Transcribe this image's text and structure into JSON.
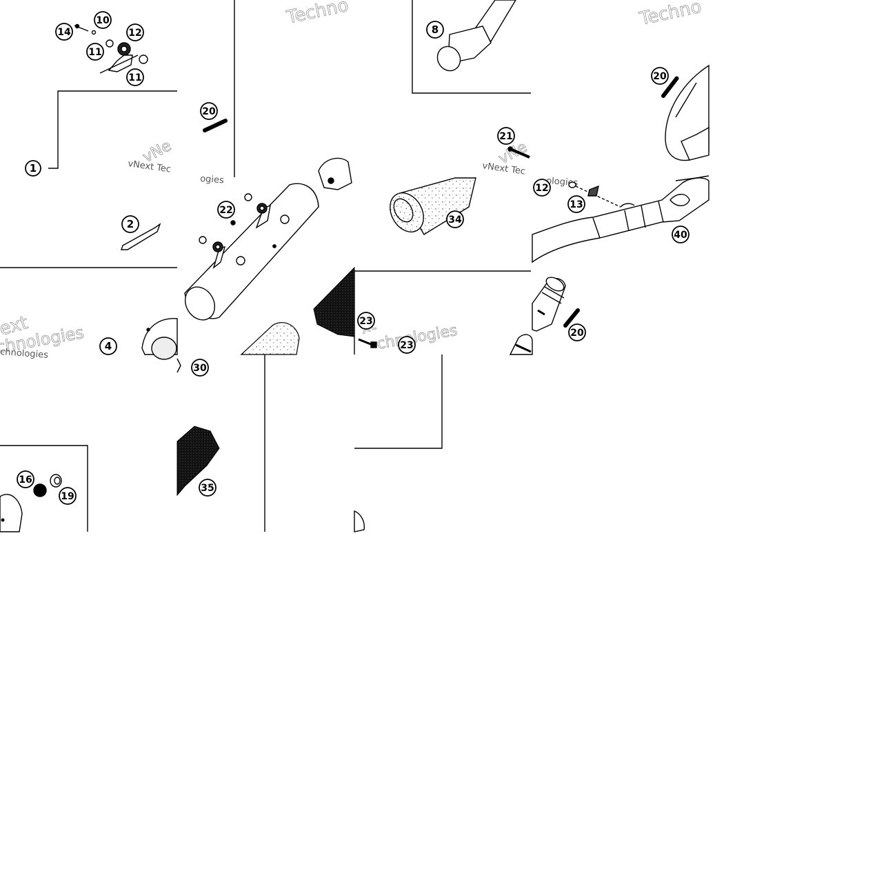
{
  "watermarks": [
    {
      "id": "wm-1",
      "text": "Techno"
    },
    {
      "id": "wm-2",
      "text": "Techno"
    },
    {
      "id": "wm-3",
      "text": "vNext Tec"
    },
    {
      "id": "wm-4",
      "text": "vNext Tec"
    },
    {
      "id": "wm-5",
      "text": "ext"
    },
    {
      "id": "wm-6",
      "text": "chnologies"
    },
    {
      "id": "wm-7",
      "text": "chnologies"
    },
    {
      "id": "wm-8",
      "text": "ogies"
    },
    {
      "id": "wm-9",
      "text": "ologies"
    },
    {
      "id": "wm-10",
      "text": "vNe"
    },
    {
      "id": "wm-11",
      "text": "vNe"
    },
    {
      "id": "wm-12",
      "text": "xt"
    },
    {
      "id": "wm-13",
      "text": "chnologies"
    }
  ],
  "callouts": [
    {
      "id": "c14",
      "label": "14"
    },
    {
      "id": "c10",
      "label": "10"
    },
    {
      "id": "c12a",
      "label": "12"
    },
    {
      "id": "c11a",
      "label": "11"
    },
    {
      "id": "c11b",
      "label": "11"
    },
    {
      "id": "c1",
      "label": "1"
    },
    {
      "id": "c20a",
      "label": "20"
    },
    {
      "id": "c8",
      "label": "8"
    },
    {
      "id": "c20b",
      "label": "20"
    },
    {
      "id": "c21",
      "label": "21"
    },
    {
      "id": "c2",
      "label": "2"
    },
    {
      "id": "c22",
      "label": "22"
    },
    {
      "id": "c34",
      "label": "34"
    },
    {
      "id": "c12b",
      "label": "12"
    },
    {
      "id": "c13",
      "label": "13"
    },
    {
      "id": "c40",
      "label": "40"
    },
    {
      "id": "c23a",
      "label": "23"
    },
    {
      "id": "c23b",
      "label": "23"
    },
    {
      "id": "c20c",
      "label": "20"
    },
    {
      "id": "c4",
      "label": "4"
    },
    {
      "id": "c30",
      "label": "30"
    },
    {
      "id": "c35",
      "label": "35"
    },
    {
      "id": "c16",
      "label": "16"
    },
    {
      "id": "c19",
      "label": "19"
    }
  ]
}
